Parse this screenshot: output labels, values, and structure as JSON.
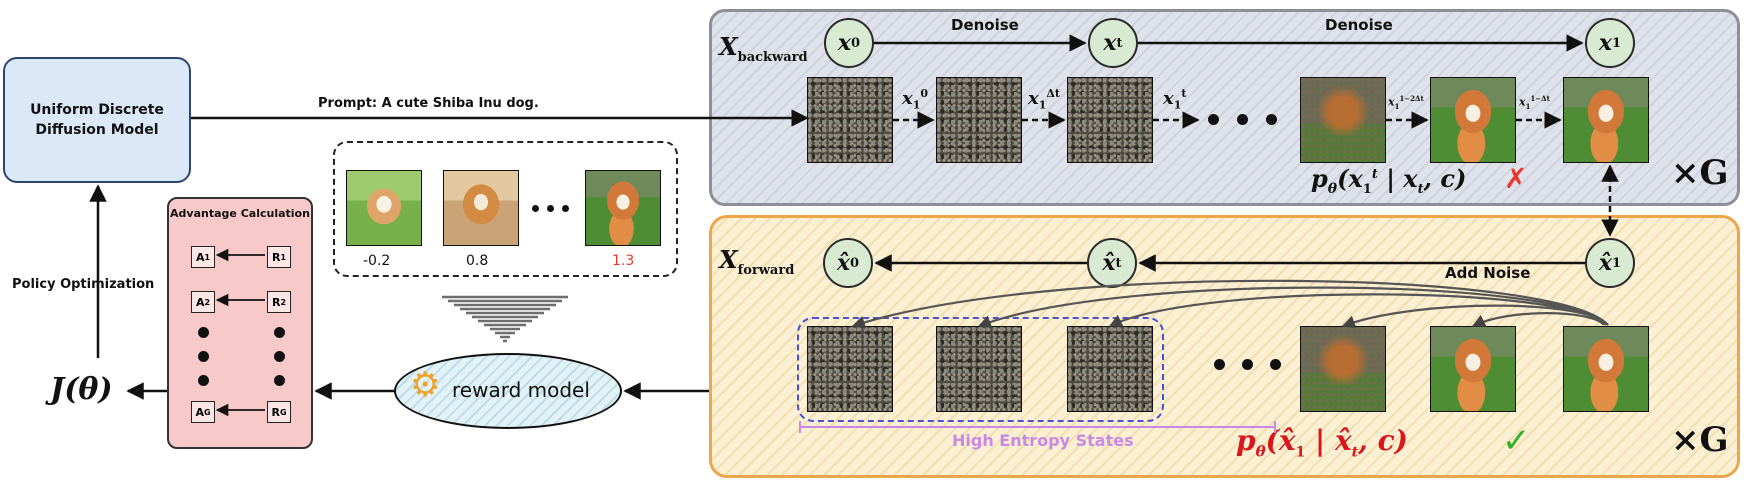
{
  "model": {
    "line1": "Uniform Discrete",
    "line2": "Diffusion Model"
  },
  "prompt": "Prompt: A cute Shiba Inu dog.",
  "policy_label": "Policy Optimization",
  "objective": "J(θ)",
  "advantage": {
    "title": "Advantage Calculation",
    "rows": [
      {
        "a": "A",
        "a_sup": "1",
        "r": "R",
        "r_sup": "1"
      },
      {
        "a": "A",
        "a_sup": "2",
        "r": "R",
        "r_sup": "2"
      },
      {
        "a": "A",
        "a_sup": "G",
        "r": "R",
        "r_sup": "G"
      }
    ]
  },
  "rewards": {
    "values": [
      "-0.2",
      "0.8",
      "1.3"
    ],
    "best_color": "#e8382e"
  },
  "reward_model_label": "reward model",
  "backward": {
    "label": "X",
    "label_sub": "backward",
    "nodes": [
      {
        "sym": "x",
        "sub": "0"
      },
      {
        "sym": "x",
        "sub": "t"
      },
      {
        "sym": "x",
        "sub": "1"
      }
    ],
    "denoise_1": "Denoise",
    "denoise_2": "Denoise",
    "arrow_labels": [
      {
        "sym": "x",
        "sub": "1",
        "sup": "0"
      },
      {
        "sym": "x",
        "sub": "1",
        "sup": "Δt"
      },
      {
        "sym": "x",
        "sub": "1",
        "sup": "t"
      },
      {
        "sym": "x",
        "sub": "1",
        "sup": "1−2Δt"
      },
      {
        "sym": "x",
        "sub": "1",
        "sup": "1−Δt"
      }
    ],
    "formula_prefix": "p",
    "formula_sub": "θ",
    "formula_body": "(x",
    "formula_body_sub": "1",
    "formula_body_sup": "t",
    "formula_cond": " | x",
    "formula_cond_sub": "t",
    "formula_tail": ", c)",
    "mark": "✗",
    "repeat": "×G"
  },
  "forward": {
    "label": "X",
    "label_sub": "forward",
    "nodes": [
      {
        "sym": "x̂",
        "sub": "0"
      },
      {
        "sym": "x̂",
        "sub": "t"
      },
      {
        "sym": "x̂",
        "sub": "1"
      }
    ],
    "add_noise": "Add Noise",
    "high_entropy": "High Entropy States",
    "formula_prefix": "p",
    "formula_sub": "θ",
    "formula_body": "(x̂",
    "formula_body_sub": "1",
    "formula_cond": " | x̂",
    "formula_cond_sub": "t",
    "formula_tail": ", c)",
    "mark": "✓",
    "repeat": "×G"
  },
  "colors": {
    "model_fill": "#dbe8f7",
    "advantage_fill": "#f7c9c8",
    "backward_border": "#8e9097",
    "forward_border": "#eea64a",
    "entropy_dash": "#4a4fd8",
    "entropy_text": "#c98ae6",
    "formula_red": "#d9161c",
    "check_green": "#33b02a"
  }
}
